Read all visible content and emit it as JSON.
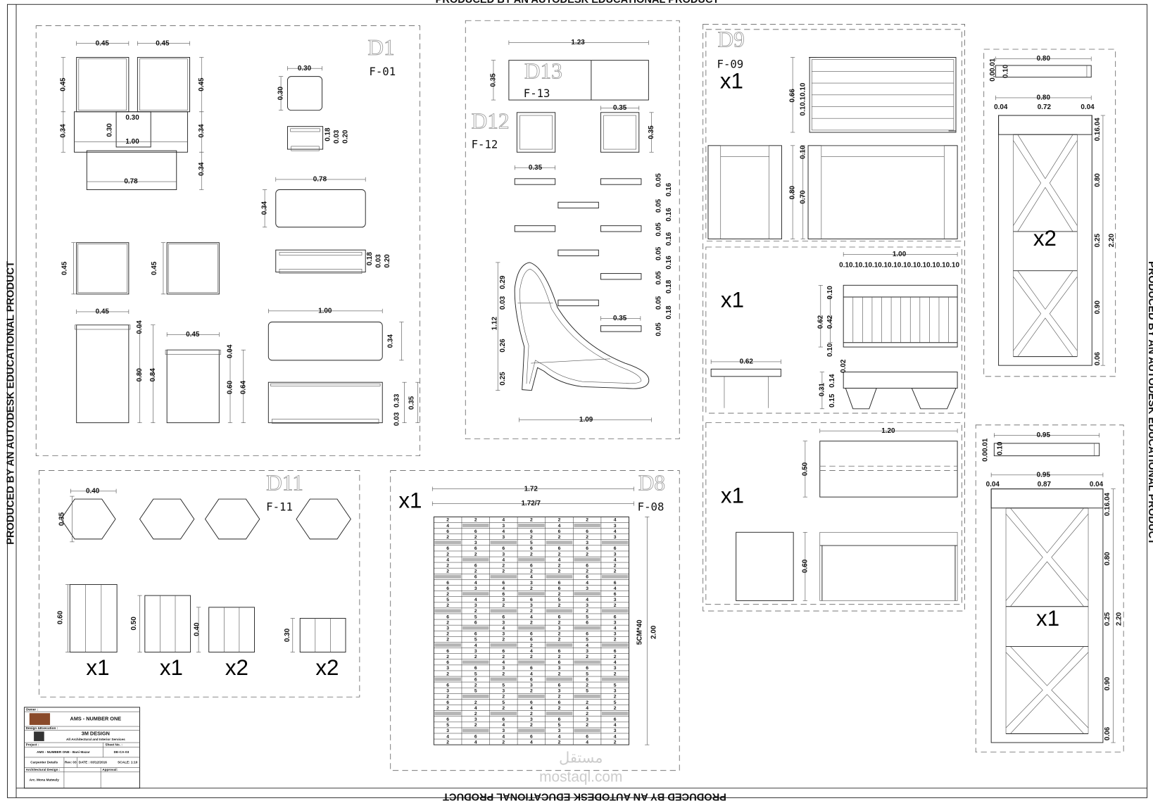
{
  "sheet": {
    "border_text_top": "PRODUCED BY AN AUTODESK EDUCATIONAL PRODUCT",
    "border_text_bottom": "PRODUCED BY AN AUTODESK EDUCATIONAL PRODUCT",
    "border_text_left": "PRODUCED BY AN AUTODESK EDUCATIONAL PRODUCT",
    "border_text_right": "PRODUCED BY AN AUTODESK EDUCATIONAL PRODUCT",
    "watermark": "mostaql.com",
    "watermark_logo": "مستقل"
  },
  "panels": {
    "d1": {
      "title": "D1",
      "code": "F-01",
      "dims": [
        "0.45",
        "0.45",
        "0.45",
        "0.34",
        "0.45",
        "0.34",
        "0.34",
        "0.30",
        "0.30",
        "1.00",
        "0.78",
        "0.30",
        "0.30",
        "0.18",
        "0.03",
        "0.20",
        "0.78",
        "0.34",
        "0.18",
        "0.03",
        "0.20",
        "0.45",
        "0.45",
        "0.45",
        "0.04",
        "0.80",
        "0.84",
        "0.45",
        "0.04",
        "0.60",
        "0.64",
        "1.00",
        "0.34",
        "0.03",
        "0.33",
        "0.35"
      ]
    },
    "d12_13": {
      "title_d13": "D13",
      "code_d13": "F-13",
      "title_d12": "D12",
      "code_d12": "F-12",
      "dims": [
        "1.23",
        "0.35",
        "0.35",
        "0.35",
        "0.35",
        "0.35",
        "0.05",
        "0.16",
        "0.05",
        "0.16",
        "0.05",
        "0.16",
        "0.05",
        "0.16",
        "0.05",
        "0.18",
        "0.05",
        "0.18",
        "0.05",
        "1.12",
        "0.29",
        "0.03",
        "0.26",
        "0.25",
        "1.09"
      ]
    },
    "d9": {
      "title": "D9",
      "code": "F-09",
      "qty_top": "x1",
      "qty_middle": "x1",
      "qty_bottom": "x1",
      "dims": [
        "0.66",
        "0.10.10.10",
        "0.10",
        "0.80",
        "0.70",
        "1.00",
        "0.10.10.10.10.10.10.10.10.10.10.10.10",
        "0.10",
        "0.62",
        "0.42",
        "0.10",
        "0.62",
        "0.31",
        "0.15",
        "0.14",
        "0.02",
        "1.20",
        "0.50",
        "0.60"
      ]
    },
    "shelf_upper": {
      "qty": "x2",
      "dims": [
        "0.80",
        "0.00.01",
        "0.10",
        "0.80",
        "0.04",
        "0.72",
        "0.04",
        "0.16.04",
        "0.80",
        "0.25",
        "0.90",
        "0.06",
        "2.20"
      ]
    },
    "shelf_lower": {
      "qty": "x1",
      "dims": [
        "0.95",
        "0.00.01",
        "0.10",
        "0.95",
        "0.04",
        "0.87",
        "0.04",
        "0.16.04",
        "0.80",
        "0.25",
        "2.20",
        "0.90",
        "0.06"
      ]
    },
    "d11": {
      "title": "D11",
      "code": "F-11",
      "dims": [
        "0.40",
        "0.35",
        "0.60",
        "0.50",
        "0.40",
        "0.30"
      ],
      "quantities": [
        "x1",
        "x1",
        "x2",
        "x2"
      ]
    },
    "d8": {
      "title": "D8",
      "code": "F-08",
      "qty": "x1",
      "dims": [
        "1.72",
        "1.72/7",
        "5CM*40",
        "2.00"
      ],
      "grid_rows": [
        [
          "2",
          "2",
          "4",
          "2",
          "2",
          "2",
          "4"
        ],
        [
          "4",
          "",
          "3",
          "",
          "4",
          "",
          "3"
        ],
        [
          "6",
          "6",
          "4",
          "6",
          "6",
          "6",
          "4"
        ],
        [
          "2",
          "2",
          "3",
          "2",
          "2",
          "2",
          "3"
        ],
        [
          "",
          "3",
          "",
          "5",
          "",
          "3",
          ""
        ],
        [
          "6",
          "6",
          "6",
          "6",
          "6",
          "6",
          "6"
        ],
        [
          "2",
          "2",
          "3",
          "2",
          "2",
          "2",
          "3"
        ],
        [
          "4",
          "",
          "4",
          "",
          "4",
          "",
          "4"
        ],
        [
          "2",
          "6",
          "2",
          "6",
          "2",
          "6",
          "2"
        ],
        [
          "2",
          "2",
          "2",
          "2",
          "2",
          "2",
          "2"
        ],
        [
          "",
          "6",
          "",
          "4",
          "",
          "6",
          ""
        ],
        [
          "6",
          "4",
          "6",
          "3",
          "6",
          "4",
          "6"
        ],
        [
          "6",
          "3",
          "4",
          "2",
          "6",
          "3",
          "4"
        ],
        [
          "2",
          "",
          "6",
          "",
          "2",
          "",
          "6"
        ],
        [
          "5",
          "4",
          "3",
          "6",
          "5",
          "4",
          "3"
        ],
        [
          "2",
          "3",
          "2",
          "3",
          "2",
          "3",
          "2"
        ],
        [
          "",
          "2",
          "",
          "2",
          "",
          "2",
          ""
        ],
        [
          "6",
          "5",
          "6",
          "4",
          "6",
          "5",
          "6"
        ],
        [
          "2",
          "6",
          "3",
          "2",
          "2",
          "6",
          "3"
        ],
        [
          "3",
          "",
          "4",
          "",
          "3",
          "",
          "4"
        ],
        [
          "2",
          "6",
          "3",
          "6",
          "2",
          "6",
          "3"
        ],
        [
          "2",
          "5",
          "2",
          "6",
          "2",
          "5",
          "2"
        ],
        [
          "",
          "4",
          "",
          "2",
          "",
          "4",
          ""
        ],
        [
          "6",
          "3",
          "6",
          "4",
          "6",
          "3",
          "6"
        ],
        [
          "2",
          "2",
          "2",
          "2",
          "2",
          "2",
          "2"
        ],
        [
          "6",
          "",
          "4",
          "",
          "6",
          "",
          "4"
        ],
        [
          "3",
          "6",
          "3",
          "6",
          "3",
          "6",
          "3"
        ],
        [
          "2",
          "5",
          "2",
          "4",
          "2",
          "5",
          "2"
        ],
        [
          "",
          "6",
          "",
          "6",
          "",
          "6",
          ""
        ],
        [
          "6",
          "2",
          "5",
          "3",
          "6",
          "2",
          "5"
        ],
        [
          "3",
          "5",
          "3",
          "2",
          "3",
          "5",
          "3"
        ],
        [
          "2",
          "",
          "2",
          "",
          "2",
          "",
          "2"
        ],
        [
          "6",
          "2",
          "5",
          "6",
          "6",
          "2",
          "5"
        ],
        [
          "2",
          "4",
          "2",
          "4",
          "2",
          "4",
          "2"
        ],
        [
          "",
          "2",
          "",
          "2",
          "",
          "2",
          ""
        ],
        [
          "6",
          "3",
          "6",
          "3",
          "6",
          "3",
          "6"
        ],
        [
          "5",
          "2",
          "4",
          "2",
          "5",
          "2",
          "4"
        ],
        [
          "3",
          "",
          "3",
          "",
          "3",
          "",
          "3"
        ],
        [
          "4",
          "6",
          "4",
          "6",
          "4",
          "6",
          "4"
        ],
        [
          "2",
          "4",
          "2",
          "4",
          "2",
          "4",
          "2"
        ]
      ]
    }
  },
  "title_block": {
    "owner_label": "Owner :",
    "owner_name": "AMS - NUMBER ONE",
    "design_label": "Design &Execution :",
    "designer_name": "3M DESIGN",
    "designer_tagline": "All Architectural and Interior Services",
    "project_label": "Project :",
    "sheet_label": "Sheet No. :",
    "project_name": "AMS - NUMBER ONE - Bani Mazar",
    "sheet_no": "DE-CA-03",
    "drawing_title": "Carpenter Details",
    "rev": "Rev: 03",
    "date": "DATE : 03/12/2016",
    "scale": "SCALE: 1:10",
    "arch_label": "Architectural Design :",
    "approval_label": "Approval:",
    "architect": "Arc. Mona Matwaly"
  },
  "colors": {
    "line": "#222222",
    "title_gray": "#999999",
    "grid_fill": "#b5b5b5"
  }
}
